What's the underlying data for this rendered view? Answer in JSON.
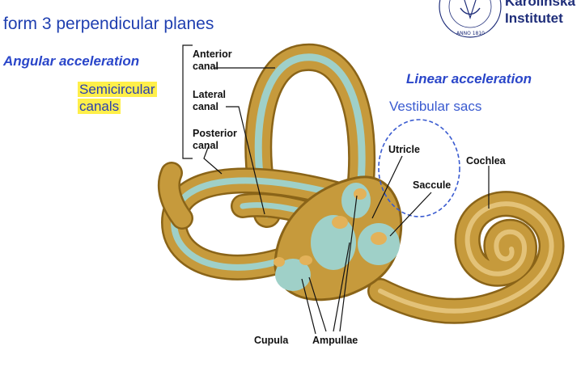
{
  "slide": {
    "title": "form 3 perpendicular planes",
    "angular_label": "Angular acceleration",
    "linear_label": "Linear acceleration",
    "vestibular_label": "Vestibular sacs",
    "semicircular_line1": "Semicircular",
    "semicircular_line2": "canals"
  },
  "logo": {
    "line1": "Karolinska",
    "line2": "Institutet",
    "seal_text": "ANNO 1810"
  },
  "labels": {
    "anterior_1": "Anterior",
    "anterior_2": "canal",
    "lateral_1": "Lateral",
    "lateral_2": "canal",
    "posterior_1": "Posterior",
    "posterior_2": "canal",
    "utricle": "Utricle",
    "saccule": "Saccule",
    "cochlea": "Cochlea",
    "cupula": "Cupula",
    "ampullae": "Ampullae"
  },
  "colors": {
    "bone": "#c69a3c",
    "bone_edge": "#8a6418",
    "membrane": "#9fd0c8",
    "highlight": "#ffef4a",
    "accent_blue": "#2a46c9"
  }
}
